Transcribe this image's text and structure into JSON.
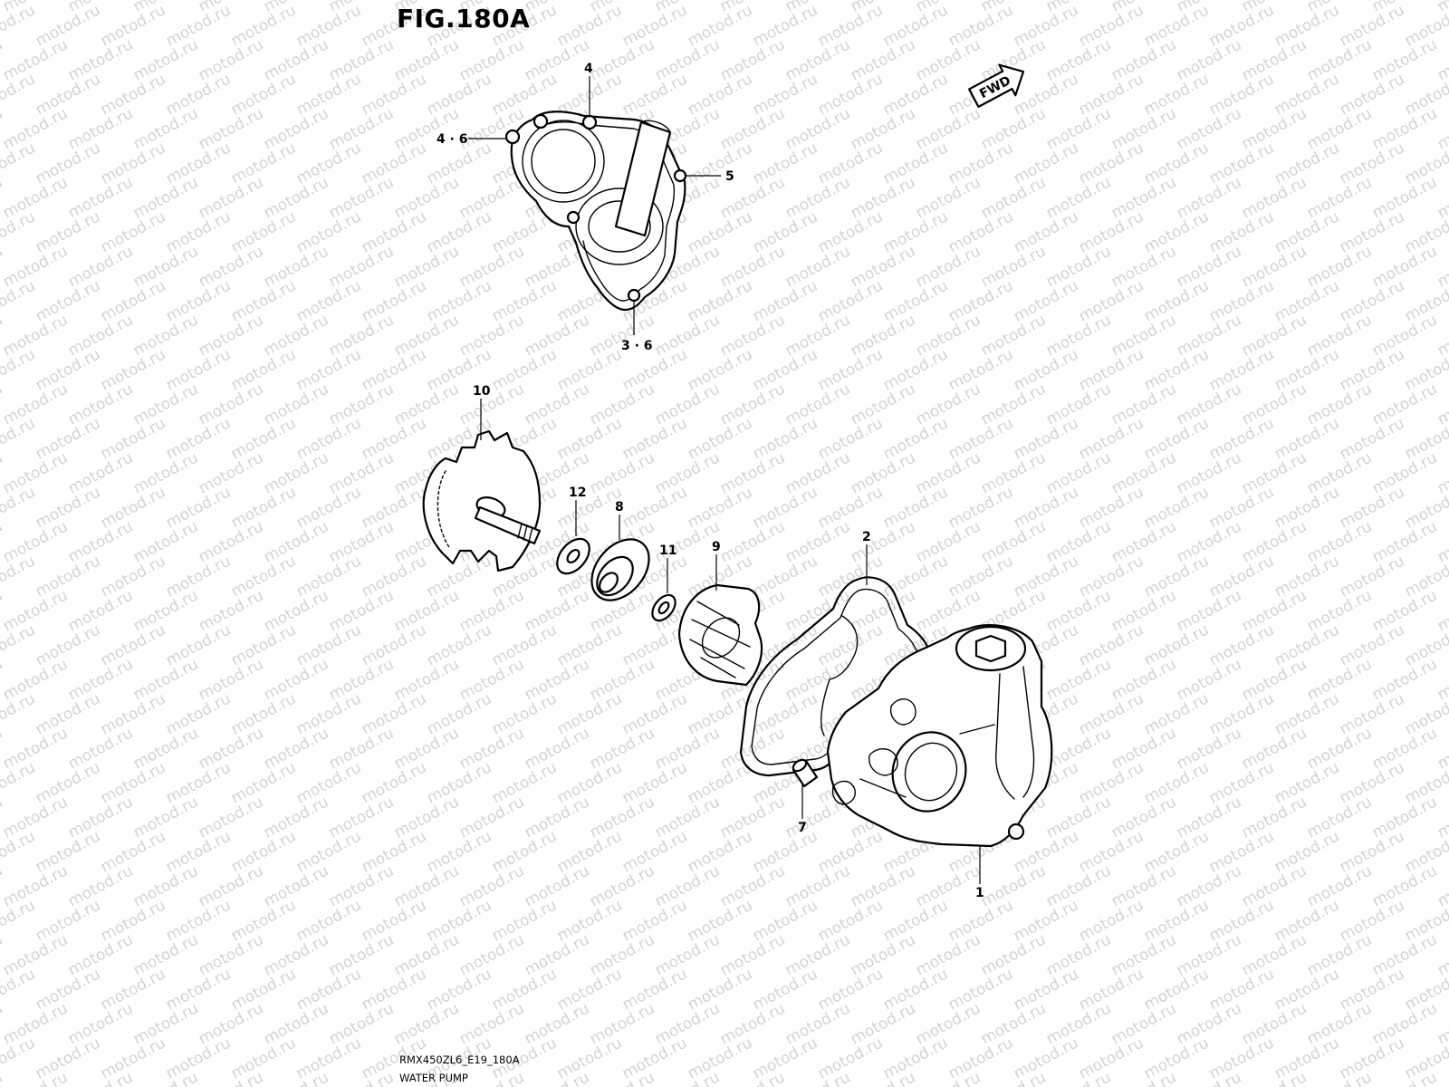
{
  "figure": {
    "title": "FIG.180A",
    "direction_label": "FWD",
    "watermark_text": "motod.ru"
  },
  "callouts": {
    "c1": "1",
    "c2": "2",
    "c3_6": "3 · 6",
    "c4": "4",
    "c4_6": "4 · 6",
    "c5": "5",
    "c7": "7",
    "c8": "8",
    "c9": "9",
    "c10": "10",
    "c11": "11",
    "c12": "12"
  },
  "footer": {
    "model_code": "RMX450ZL6_E19_180A",
    "group_name": "WATER PUMP"
  },
  "icons": {
    "direction": "fwd-arrow-icon"
  }
}
